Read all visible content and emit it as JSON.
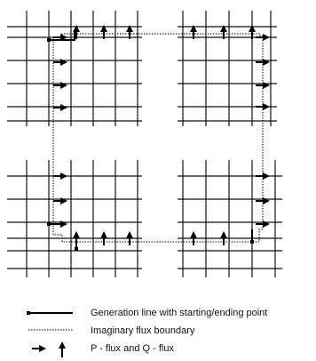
{
  "colors": {
    "grid": "#111111",
    "generation_line": "#000000",
    "imaginary_boundary": "#333333",
    "arrow": "#000000"
  },
  "legend": {
    "generation_line": "Generation line with starting/ending point",
    "imaginary_boundary": "Imaginary flux boundary",
    "flux": "P - flux and Q - flux"
  }
}
